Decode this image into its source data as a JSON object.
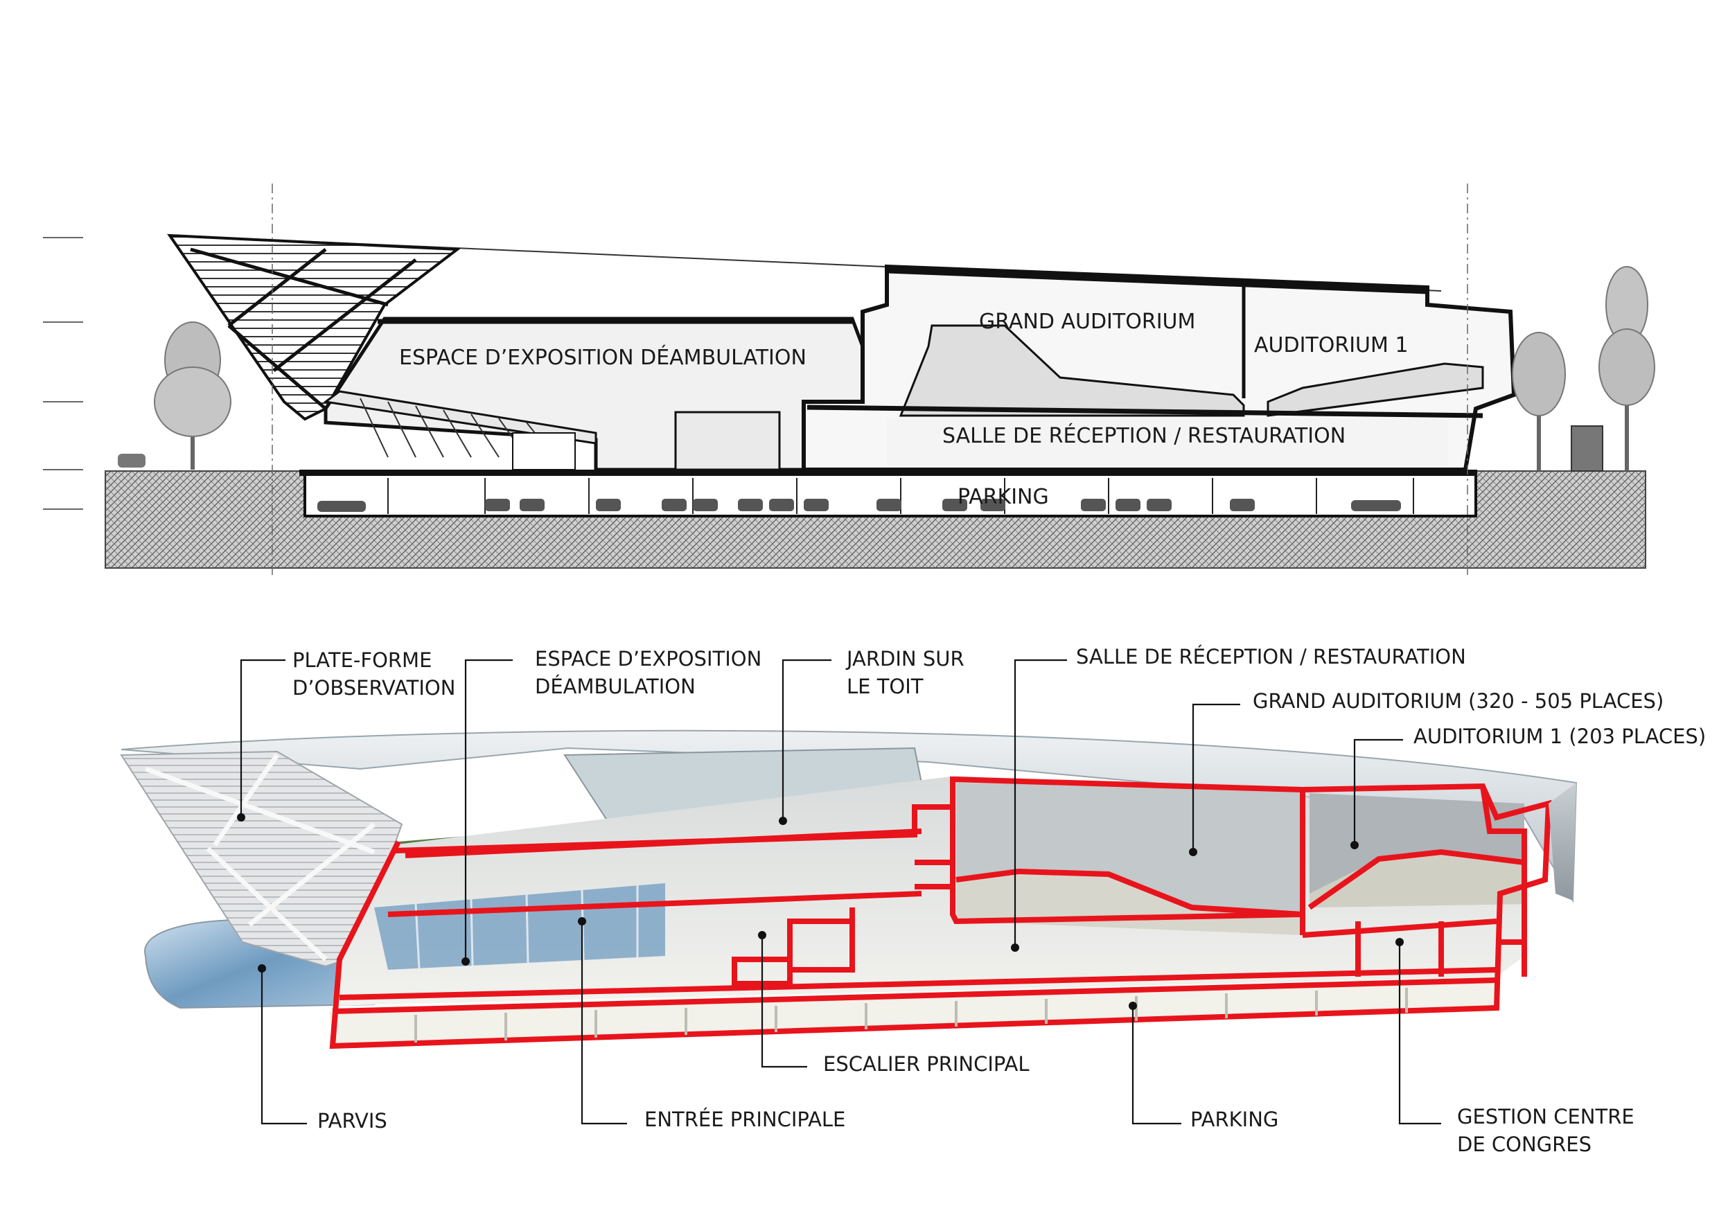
{
  "section": {
    "labels": {
      "espace": "ESPACE D’EXPOSITION DÉAMBULATION",
      "grand": "GRAND AUDITORIUM",
      "aud1": "AUDITORIUM 1",
      "salle": "SALLE DE RÉCEPTION / RESTAURATION",
      "parking": "PARKING"
    }
  },
  "callouts": {
    "plateforme": [
      "PLATE-FORME",
      "D’OBSERVATION"
    ],
    "espace": [
      "ESPACE D’EXPOSITION",
      "DÉAMBULATION"
    ],
    "jardin": [
      "JARDIN SUR",
      "LE TOIT"
    ],
    "salle": "SALLE DE RÉCEPTION / RESTAURATION",
    "grand": "GRAND AUDITORIUM (320 - 505 PLACES)",
    "aud1": "AUDITORIUM 1 (203 PLACES)",
    "parvis": "PARVIS",
    "entree": "ENTRÉE PRINCIPALE",
    "escalier": "ESCALIER PRINCIPAL",
    "parking": "PARKING",
    "gestion": [
      "GESTION CENTRE",
      "DE CONGRES"
    ]
  },
  "colors": {
    "cut_red": "#e8141c",
    "line": "#1a1a1a",
    "glass": "#7fa9c9",
    "roof_green": "#5c7a3e",
    "interior": "#e6e9e6"
  }
}
